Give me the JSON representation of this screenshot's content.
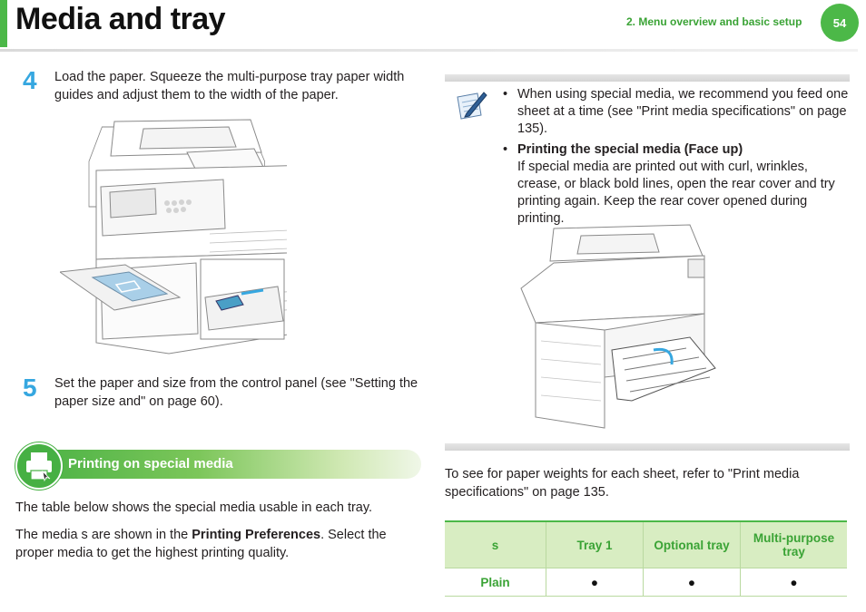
{
  "header": {
    "title": "Media and tray",
    "breadcrumb": "2.  Menu overview and basic setup",
    "page_number": "54",
    "accent_color": "#4cb848"
  },
  "steps": [
    {
      "number": "4",
      "text": "Load the paper. Squeeze the multi-purpose tray paper width guides and adjust them to the width of the paper."
    },
    {
      "number": "5",
      "text": "Set the paper  and size from the control panel (see \"Setting the paper size and\" on page 60)."
    }
  ],
  "section": {
    "title": "Printing on special media",
    "icon": "printer-icon",
    "paragraph1": "The table below shows the special media usable in each tray.",
    "paragraph2_before": "The media s are shown in the ",
    "paragraph2_bold": "Printing Preferences",
    "paragraph2_after": ". Select the proper media  to get the highest printing quality."
  },
  "note": {
    "icon": "note-pencil-icon",
    "item1": "When using special media, we recommend you feed one sheet at a time (see \"Print media specifications\" on page 135).",
    "item2_title": "Printing the special media (Face up)",
    "item2_text": "If special media are printed out with curl, wrinkles, crease, or black bold lines, open the rear cover and try printing again. Keep the rear cover opened during printing."
  },
  "weights_text": "To see for paper weights for each sheet, refer to \"Print media specifications\" on page 135.",
  "table": {
    "headers": [
      "s",
      "Tray 1",
      "Optional tray",
      "Multi-purpose tray"
    ],
    "rows": [
      {
        "type": "Plain",
        "cells": [
          "●",
          "●",
          "●"
        ]
      }
    ]
  }
}
